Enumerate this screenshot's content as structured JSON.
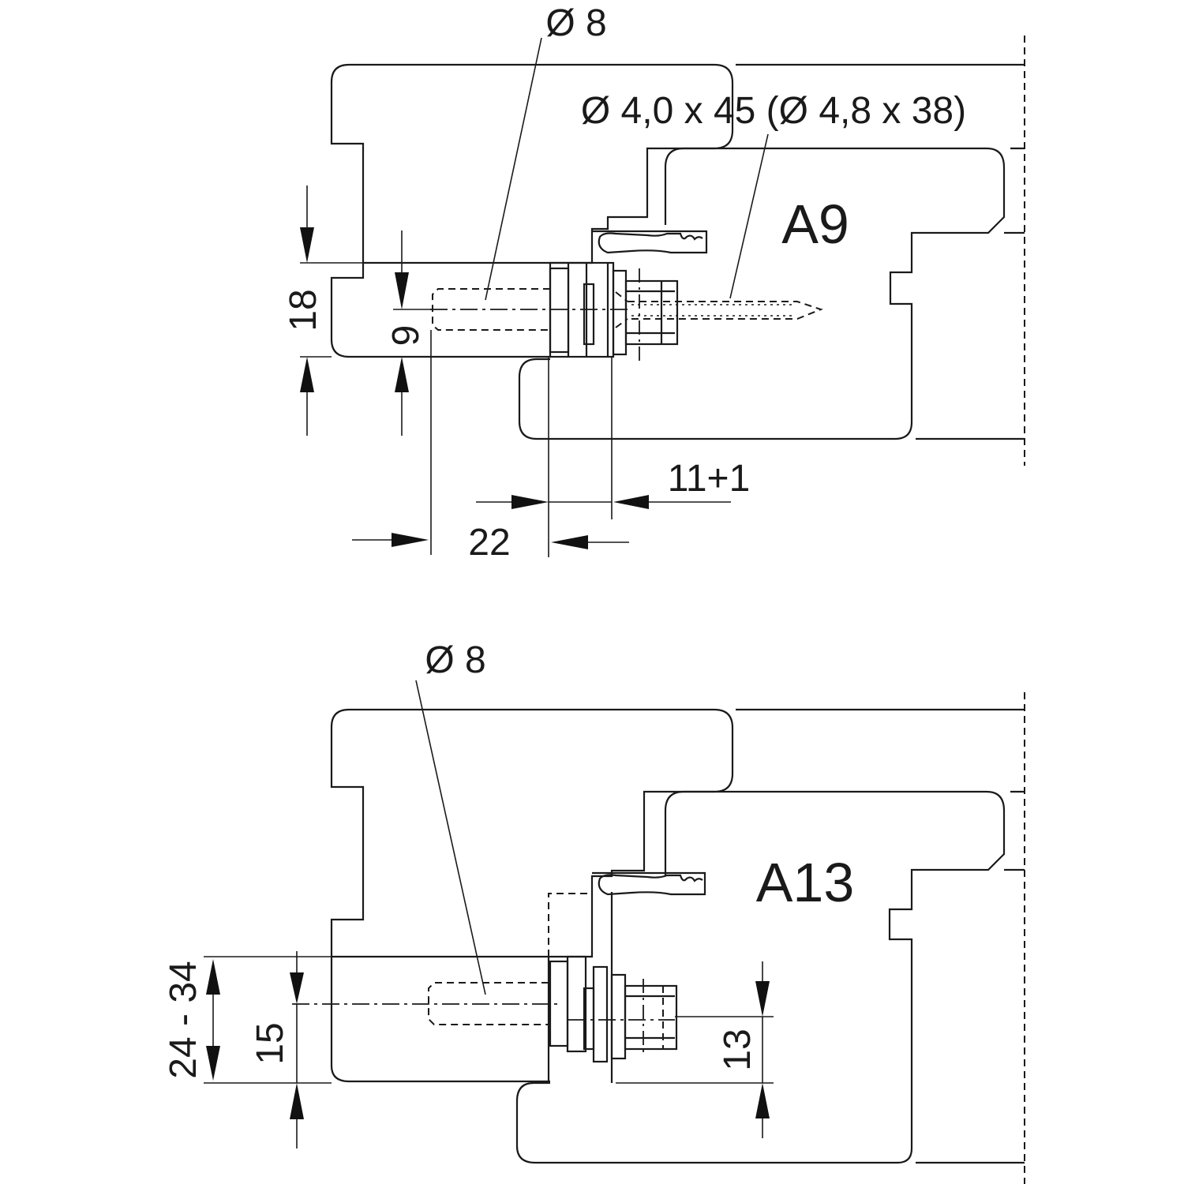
{
  "drawings": [
    {
      "id": "A9",
      "profile_label": "A9",
      "drill_diameter_label": "Ø 8",
      "screw_label": "Ø 4,0 x 45 (Ø 4,8 x 38)",
      "dimensions": {
        "frame_thickness": "18",
        "bore_height": "9",
        "bore_depth": "22",
        "offset": "11+1"
      }
    },
    {
      "id": "A13",
      "profile_label": "A13",
      "drill_diameter_label": "Ø 8",
      "dimensions": {
        "frame_range": "24 - 34",
        "bore_height": "15",
        "pin_height": "13"
      }
    }
  ]
}
